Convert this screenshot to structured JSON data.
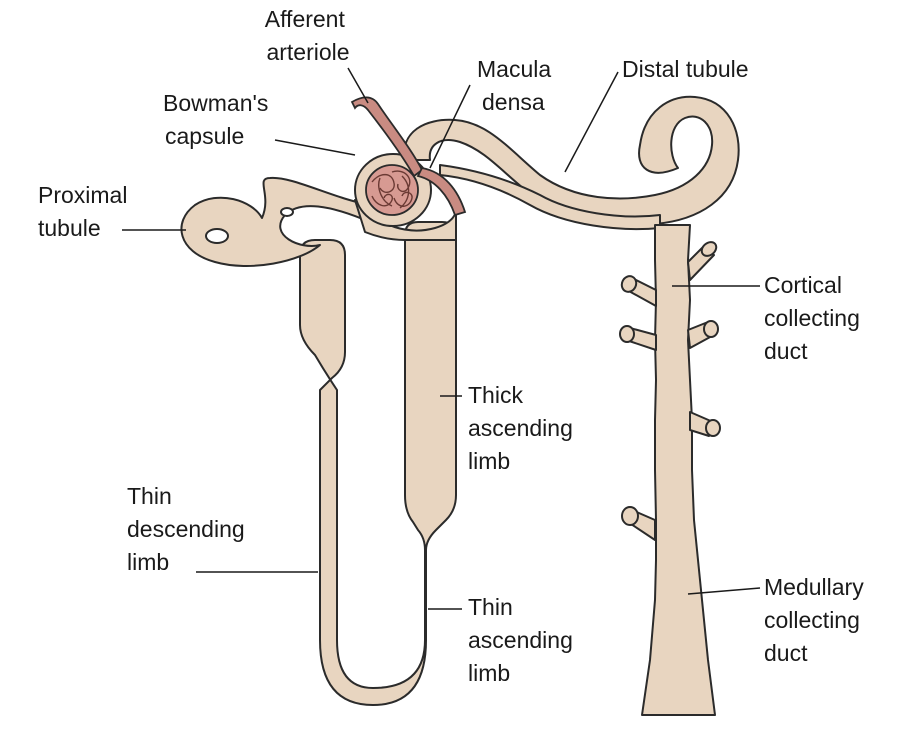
{
  "colors": {
    "tubule_fill": "#e8d5c0",
    "tubule_stroke": "#2b2b2b",
    "vessel_fill": "#c98b82",
    "glomerulus_fill": "#d79a92",
    "leader_line": "#1a1a1a"
  },
  "labels": {
    "afferent_arteriole": [
      "Afferent",
      "arteriole"
    ],
    "macula_densa": [
      "Macula",
      "densa"
    ],
    "distal_tubule": [
      "Distal tubule"
    ],
    "bowmans_capsule": [
      "Bowman's",
      "capsule"
    ],
    "proximal_tubule": [
      "Proximal",
      "tubule"
    ],
    "cortical_collecting_duct": [
      "Cortical",
      "collecting",
      "duct"
    ],
    "thick_ascending_limb": [
      "Thick",
      "ascending",
      "limb"
    ],
    "thin_descending_limb": [
      "Thin",
      "descending",
      "limb"
    ],
    "thin_ascending_limb": [
      "Thin",
      "ascending",
      "limb"
    ],
    "medullary_collecting_duct": [
      "Medullary",
      "collecting",
      "duct"
    ]
  }
}
